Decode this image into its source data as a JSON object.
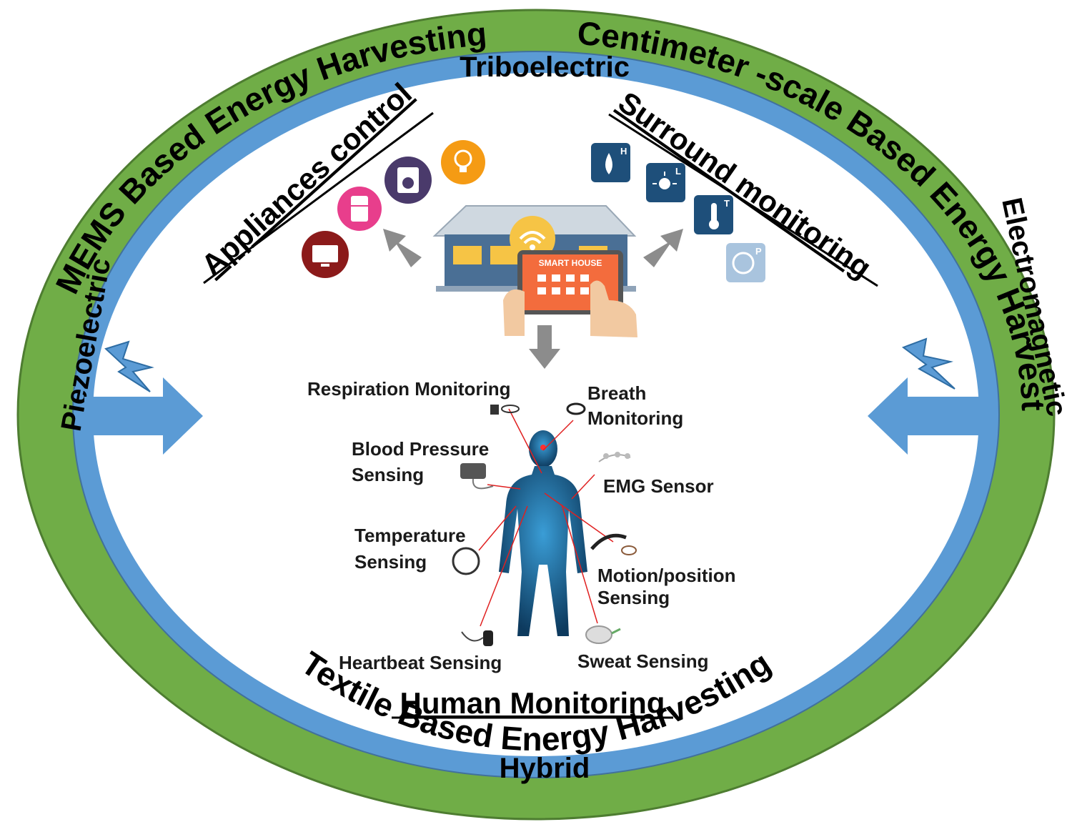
{
  "outer_ring": {
    "top_left": "MEMS Based Energy Harvesting",
    "top_right": "Centimeter -scale Based Energy Harvesting",
    "bottom": "Textile Based Energy Harvesting"
  },
  "inner_ring": {
    "top": "Triboelectric",
    "left": "Piezoelectric",
    "right": "Electromagnetic",
    "bottom": "Hybrid"
  },
  "sections": {
    "appliances": "Appliances control",
    "surround": "Surround monitoring",
    "human": "Human Monitoring"
  },
  "smart_house": {
    "screen_label": "SMART HOUSE"
  },
  "surround_icons": {
    "humidity": "H",
    "light": "L",
    "temperature": "T",
    "pressure": "P"
  },
  "sensors": {
    "respiration": "Respiration Monitoring",
    "breath": [
      "Breath",
      "Monitoring"
    ],
    "blood_pressure": [
      "Blood Pressure",
      "Sensing"
    ],
    "emg": "EMG Sensor",
    "temperature": [
      "Temperature",
      "Sensing"
    ],
    "motion": [
      "Motion/position",
      "Sensing"
    ],
    "heartbeat": "Heartbeat Sensing",
    "sweat": "Sweat Sensing"
  },
  "colors": {
    "outer_ring": "#70ad47",
    "inner_ring": "#5b9bd5",
    "arrow": "#5b9bd5",
    "grey_arrow": "#8c8c8c",
    "lead_line": "#e02020"
  }
}
